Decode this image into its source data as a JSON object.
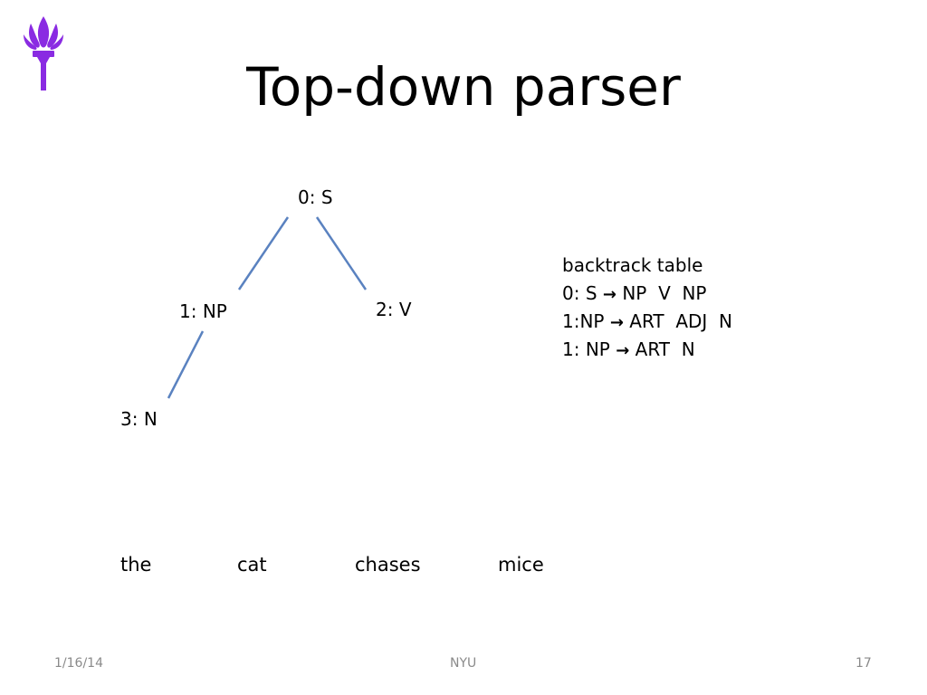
{
  "slide": {
    "title": "Top-down parser",
    "accent_color": "#8a2be2",
    "line_color": "#5a82c0"
  },
  "tree": {
    "nodes": [
      {
        "id": "s",
        "label": "0: S"
      },
      {
        "id": "np",
        "label": "1: NP"
      },
      {
        "id": "v",
        "label": "2: V"
      },
      {
        "id": "n",
        "label": "3: N"
      }
    ],
    "edges": [
      {
        "from": "0: S",
        "to": "1: NP"
      },
      {
        "from": "0: S",
        "to": "2: V"
      },
      {
        "from": "1: NP",
        "to": "3: N"
      }
    ]
  },
  "sentence": {
    "words": [
      "the",
      "cat",
      "chases",
      "mice"
    ]
  },
  "backtrack": {
    "heading": "backtrack table",
    "rows": [
      {
        "left": "0: S",
        "arrow": "→",
        "right": "NP  V  NP"
      },
      {
        "left": "1:NP",
        "arrow": "→",
        "right": "ART  ADJ  N"
      },
      {
        "left": "1: NP",
        "arrow": "→",
        "right": "ART  N"
      }
    ]
  },
  "footer": {
    "date": "1/16/14",
    "center": "NYU",
    "page": "17"
  },
  "icons": {
    "logo": "torch-icon"
  }
}
